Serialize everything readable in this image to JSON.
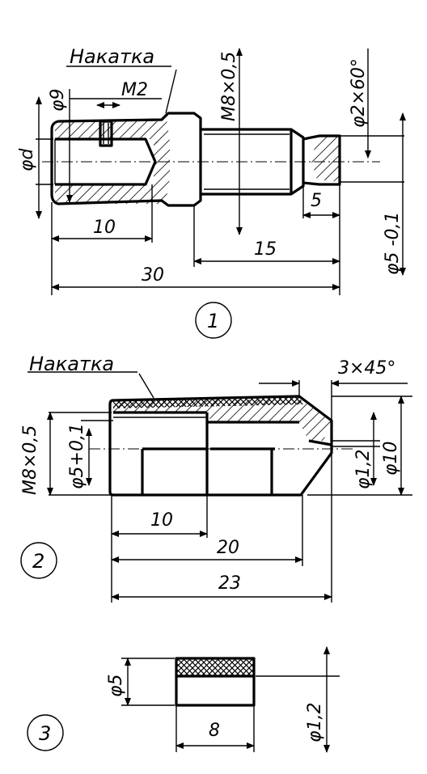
{
  "part1": {
    "label_knurl": "Накатка",
    "dim_phi9": "φ9",
    "dim_m2": "M2",
    "dim_thread": "M8×0,5",
    "dim_chamfer_hole": "φ2×60°",
    "dim_phid": "φd",
    "dim_10": "10",
    "dim_30": "30",
    "dim_15": "15",
    "dim_5": "5",
    "dim_phi5": "φ5 -0,1",
    "number": "1"
  },
  "part2": {
    "label_knurl": "Накатка",
    "dim_chamfer": "3×45°",
    "dim_thread": "M8×0,5",
    "dim_bore": "φ5+0,1",
    "dim_hole": "φ1,2",
    "dim_outer": "φ10",
    "dim_10": "10",
    "dim_20": "20",
    "dim_23": "23",
    "number": "2"
  },
  "part3": {
    "dim_phi5": "φ5",
    "dim_8": "8",
    "dim_hole": "φ1,2",
    "number": "3"
  }
}
